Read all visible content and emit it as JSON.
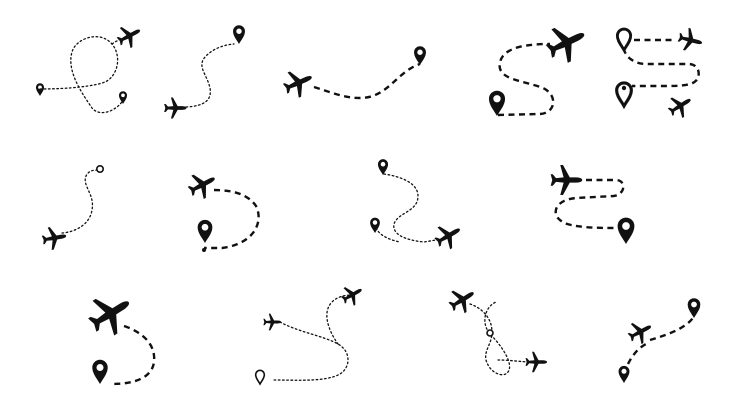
{
  "illustration": {
    "ink_color": "#111111",
    "background_color": "#ffffff",
    "icon_set": [
      "airplane-icon",
      "map-pin-icon"
    ],
    "route_styles": [
      "dotted",
      "dashed"
    ],
    "route_count": 14
  }
}
